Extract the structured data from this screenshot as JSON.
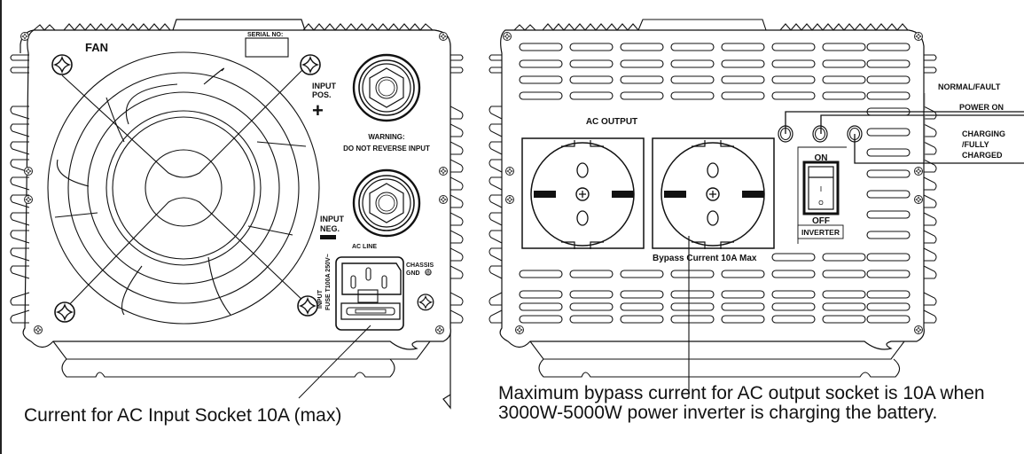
{
  "left_panel": {
    "fan_label": "FAN",
    "serial_label": "SERIAL NO:",
    "input_pos_line1": "INPUT",
    "input_pos_line2": "POS.",
    "plus_symbol": "+",
    "warning_line1": "WARNING:",
    "warning_line2": "DO NOT REVERSE INPUT",
    "input_neg_line1": "INPUT",
    "input_neg_line2": "NEG.",
    "ac_line_label": "AC LINE",
    "fuse_line1": "INPUT",
    "fuse_line2": "FUSE T100A 250V~",
    "chassis_line1": "CHASSIS",
    "chassis_line2": "GND"
  },
  "right_panel": {
    "ac_output_label": "AC OUTPUT",
    "bypass_label": "Bypass Current 10A Max",
    "switch_on": "ON",
    "switch_off": "OFF",
    "switch_i": "I",
    "switch_o": "O",
    "inverter_label": "INVERTER",
    "indicators": [
      {
        "label": "NORMAL/FAULT"
      },
      {
        "label": "POWER ON"
      },
      {
        "label_lines": [
          "CHARGING",
          "/FULLY",
          "CHARGED"
        ]
      }
    ]
  },
  "captions": {
    "left": "Current for AC Input Socket 10A (max)",
    "right": "Maximum bypass current for AC output socket is 10A when 3000W-5000W power inverter is charging the battery."
  }
}
